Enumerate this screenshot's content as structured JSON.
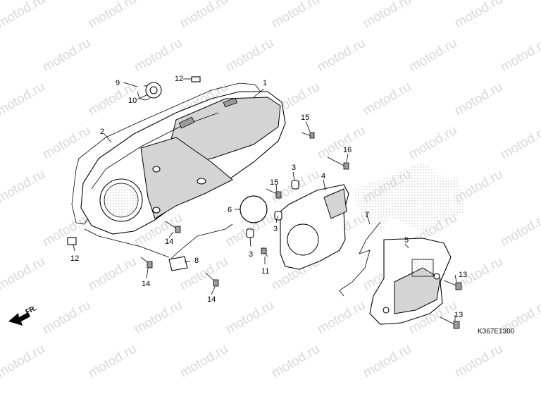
{
  "watermark": "motod.ru",
  "drawing_code": "K367E1300",
  "front_marker": "FR.",
  "callouts": [
    "1",
    "2",
    "3",
    "3",
    "3",
    "4",
    "5",
    "6",
    "7",
    "8",
    "9",
    "10",
    "11",
    "12",
    "12",
    "13",
    "13",
    "14",
    "14",
    "14",
    "15",
    "15",
    "16"
  ]
}
